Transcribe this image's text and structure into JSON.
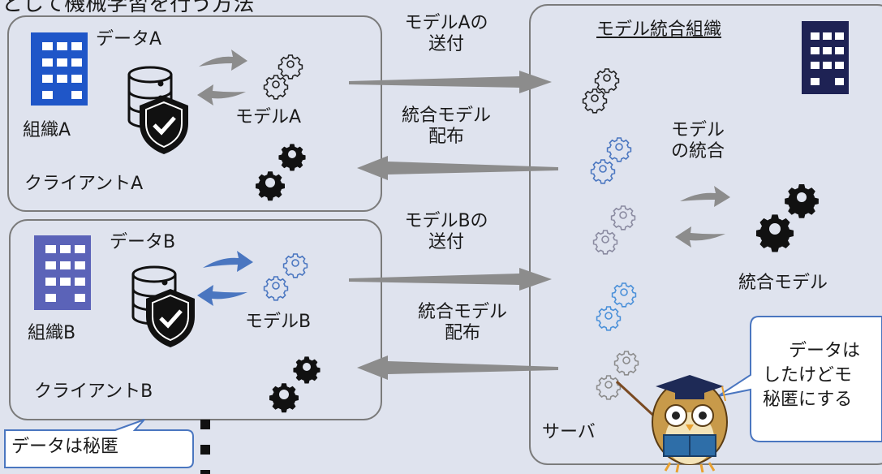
{
  "top_title": "として機械学習を行う方法",
  "client_a": {
    "data_label": "データA",
    "org_label": "組織A",
    "model_label": "モデルA",
    "client_label": "クライアントA"
  },
  "client_b": {
    "data_label": "データB",
    "org_label": "組織B",
    "model_label": "モデルB",
    "client_label": "クライアントB"
  },
  "flows": {
    "send_a": [
      "モデルAの",
      "送付"
    ],
    "dist_a": [
      "統合モデル",
      "配布"
    ],
    "send_b": [
      "モデルBの",
      "送付"
    ],
    "dist_b": [
      "統合モデル",
      "配布"
    ]
  },
  "server": {
    "title": "モデル統合組織",
    "integrate": [
      "モデル",
      "の統合"
    ],
    "integrated_model": "統合モデル",
    "server_label": "サーバ"
  },
  "callout_left": "データは秘匿",
  "callout_right": [
    "データは",
    "したけどモ",
    "秘匿にする"
  ],
  "colors": {
    "blue_building": "#1f56c8",
    "purple_building": "#5b63b8",
    "navy_building": "#1e2254",
    "arrow_gray": "#8c8c8c",
    "arrow_blue": "#4a76c0"
  }
}
